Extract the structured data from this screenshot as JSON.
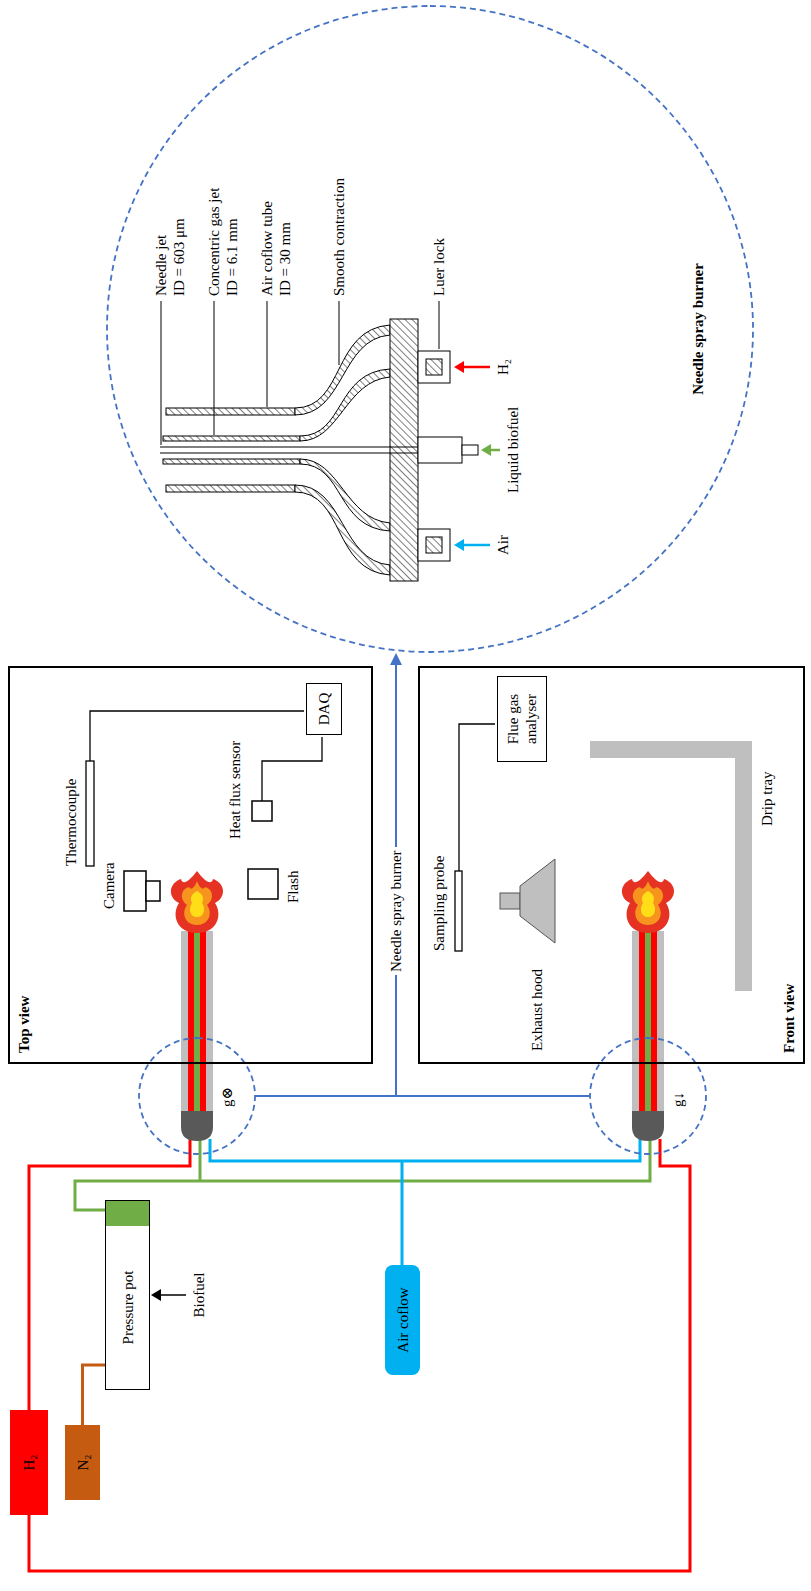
{
  "diagram": {
    "nodes": [
      {
        "text": [
          "Top view"
        ]
      },
      {
        "text": [
          "DAQ"
        ],
        "in": 0
      },
      {
        "text": [
          "Front view"
        ]
      },
      {
        "text": [
          "Flue gas analyser"
        ],
        "in": 2
      },
      {
        "text": [
          "H₂"
        ]
      },
      {
        "text": [
          "N₂"
        ]
      },
      {
        "text": [
          "Pressure pot"
        ]
      },
      {
        "text": [
          "Air coflow"
        ]
      },
      {
        "text": [
          "Needle spray burner"
        ]
      }
    ],
    "edges": [
      {
        "from": 5,
        "to": 6,
        "arrow": "none"
      }
    ],
    "labels": [
      "Thermocouple",
      "Camera",
      "Flash",
      "Heat flux sensor",
      "g⊗",
      "Sampling probe",
      "Exhaust hood",
      "Drip tray",
      "g↓",
      "Biofuel",
      "Needle spray burner",
      "Needle jet",
      "ID = 603 μm",
      "Concentric gas jet",
      "ID = 6.1 mm",
      "Air coflow tube",
      "ID = 30 mm",
      "Smooth contraction",
      "Luer lock",
      "H₂",
      "Liquid biofuel",
      "Air"
    ]
  }
}
